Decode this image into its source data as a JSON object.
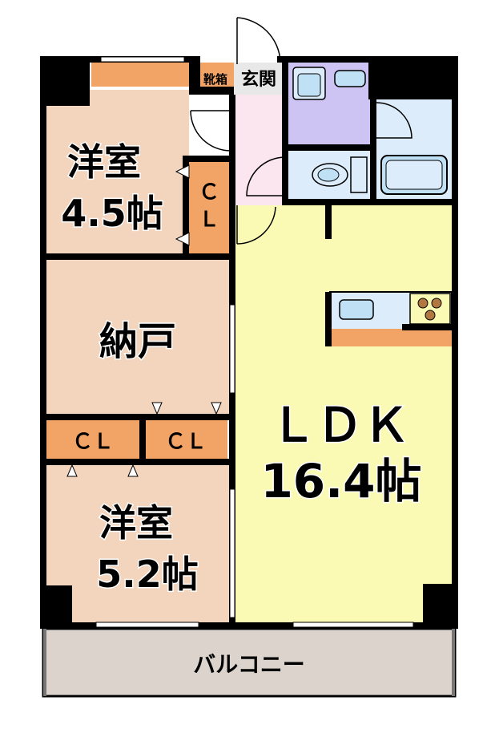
{
  "rooms": {
    "western_room_1": {
      "name": "洋室",
      "size": "4.5帖"
    },
    "storage_room": {
      "name": "納戸"
    },
    "western_room_2": {
      "name": "洋室",
      "size": "5.2帖"
    },
    "ldk": {
      "name": "ＬＤＫ",
      "size": "16.4帖"
    },
    "balcony": {
      "name": "バルコニー"
    },
    "entrance": {
      "name": "玄関"
    },
    "shoe_box": {
      "name": "靴箱"
    },
    "closet_label": "ＣＬ",
    "closet_vertical": {
      "c": "Ｃ",
      "l": "Ｌ"
    }
  },
  "colors": {
    "room_peach": "#f3d4bd",
    "ldk_yellow": "#fbfab4",
    "closet_orange": "#f2a466",
    "entrance_pink": "#fbe6ef",
    "bath_blue": "#dcecfa",
    "washroom_purple": "#cdc4f3",
    "balcony_gray": "#dcd4cc",
    "wall": "#000000"
  }
}
